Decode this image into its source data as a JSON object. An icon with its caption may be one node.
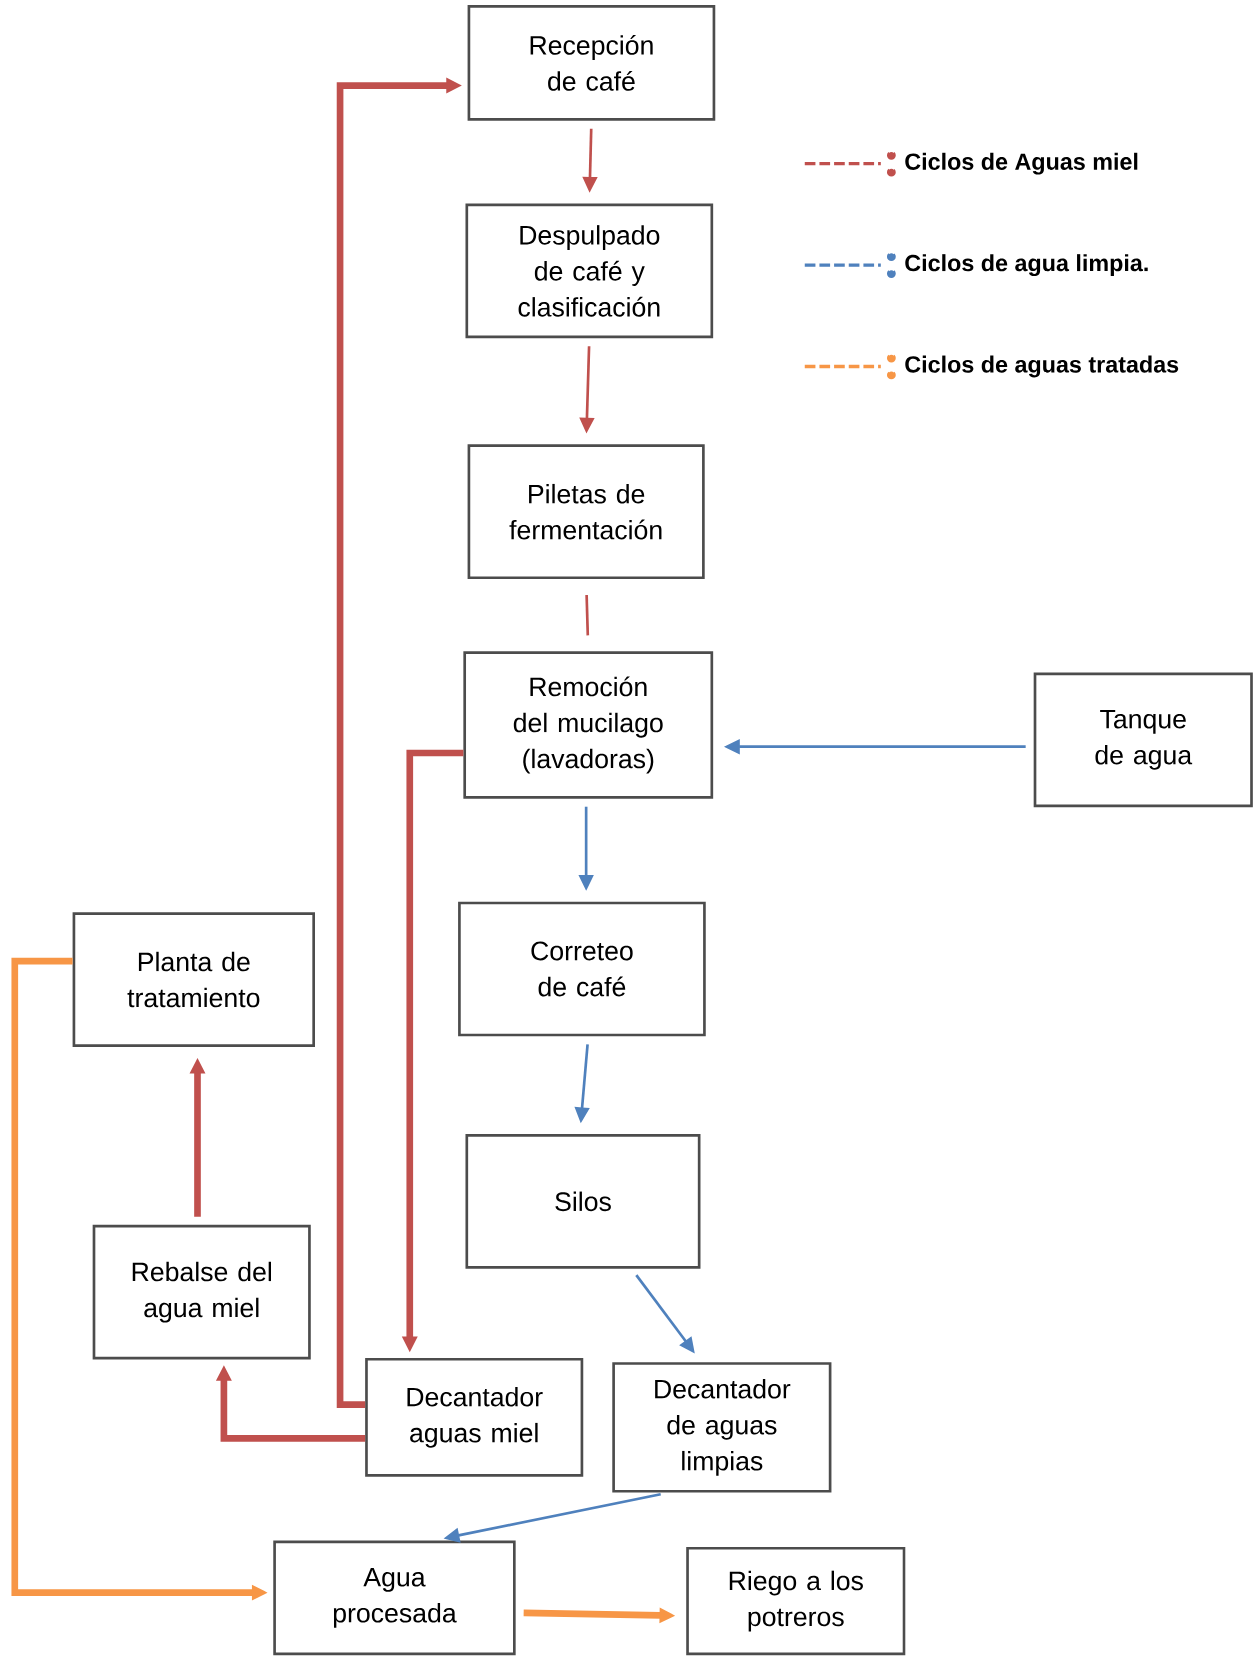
{
  "diagram": {
    "nodes": [
      {
        "text": [
          "Recepción de café"
        ]
      },
      {
        "text": [
          "Despulpado de café y clasificación"
        ]
      },
      {
        "text": [
          "Piletas de fermentación"
        ]
      },
      {
        "text": [
          "Remoción del mucilago (lavadoras)"
        ]
      },
      {
        "text": [
          "Tanque de agua"
        ]
      },
      {
        "text": [
          "Planta de tratamiento"
        ]
      },
      {
        "text": [
          "Correteo de café"
        ]
      },
      {
        "text": [
          "Silos"
        ]
      },
      {
        "text": [
          "Rebalse del agua miel"
        ]
      },
      {
        "text": [
          "Decantador aguas miel"
        ]
      },
      {
        "text": [
          "Decantador de aguas limpias"
        ]
      },
      {
        "text": [
          "Agua procesada"
        ]
      },
      {
        "text": [
          "Riego a los potreros"
        ]
      }
    ],
    "edges": [
      {
        "from": 0,
        "to": 1,
        "arrow": "to"
      },
      {
        "from": 1,
        "to": 2,
        "arrow": "to"
      },
      {
        "from": 2,
        "to": 3,
        "arrow": "none"
      },
      {
        "from": 3,
        "to": 9,
        "arrow": "to",
        "style": "thick"
      },
      {
        "from": 9,
        "to": 0,
        "arrow": "to",
        "style": "thick"
      },
      {
        "from": 9,
        "to": 8,
        "arrow": "to",
        "style": "thick"
      },
      {
        "from": 8,
        "to": 5,
        "arrow": "to",
        "style": "thick"
      },
      {
        "from": 4,
        "to": 3,
        "arrow": "to",
        "color": "#4f81bd"
      },
      {
        "from": 3,
        "to": 6,
        "arrow": "to",
        "color": "#4f81bd"
      },
      {
        "from": 6,
        "to": 7,
        "arrow": "to",
        "color": "#4f81bd"
      },
      {
        "from": 7,
        "to": 10,
        "arrow": "to",
        "color": "#4f81bd"
      },
      {
        "from": 10,
        "to": 11,
        "arrow": "to",
        "color": "#4f81bd"
      },
      {
        "from": 5,
        "to": 11,
        "arrow": "to",
        "style": "thick",
        "color": "#f79646"
      },
      {
        "from": 11,
        "to": 12,
        "arrow": "to",
        "style": "thick",
        "color": "#f79646"
      }
    ],
    "legend": [
      {
        "text": "Ciclos de Aguas miel"
      },
      {
        "text": "Ciclos de agua limpia."
      },
      {
        "text": "Ciclos de aguas tratadas"
      }
    ]
  }
}
